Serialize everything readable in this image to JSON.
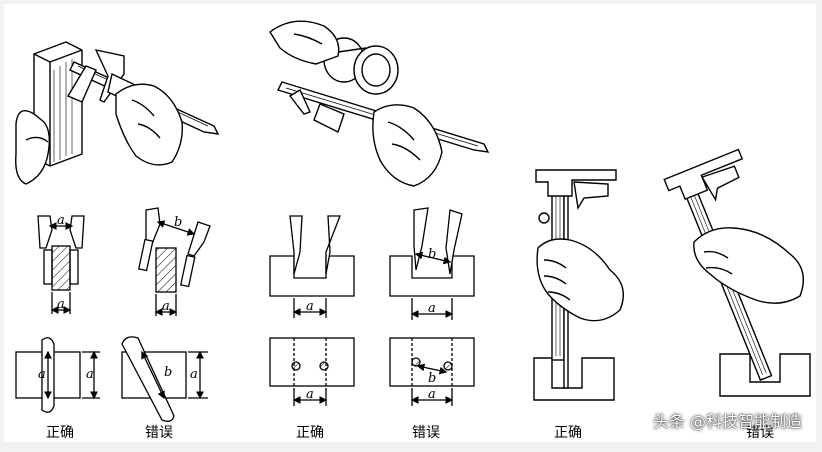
{
  "dimension_labels": {
    "a": "a",
    "b": "b"
  },
  "captions": {
    "correct": "正确",
    "wrong": "错误"
  },
  "watermark": "头条 @科技智能制造"
}
